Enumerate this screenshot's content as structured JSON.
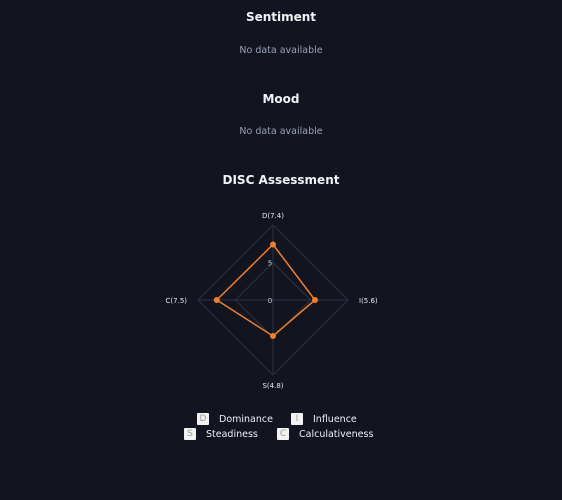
{
  "sections": {
    "sentiment": {
      "title": "Sentiment",
      "empty": "No data available"
    },
    "mood": {
      "title": "Mood",
      "empty": "No data available"
    },
    "disc": {
      "title": "DISC Assessment"
    }
  },
  "chart_data": {
    "type": "radar",
    "axes": [
      {
        "key": "D",
        "label": "D(7.4)",
        "value": 7.4
      },
      {
        "key": "I",
        "label": "I(5.6)",
        "value": 5.6
      },
      {
        "key": "S",
        "label": "S(4.8)",
        "value": 4.8
      },
      {
        "key": "C",
        "label": "C(7.5)",
        "value": 7.5
      }
    ],
    "range": [
      0,
      10
    ],
    "rings": [
      5,
      10
    ],
    "scale_labels": [
      "0",
      "5"
    ],
    "series_color": "#f07f2c",
    "grid_color": "#2c3142"
  },
  "legend": [
    {
      "letter": "D",
      "label": "Dominance"
    },
    {
      "letter": "I",
      "label": "Influence"
    },
    {
      "letter": "S",
      "label": "Steadiness"
    },
    {
      "letter": "C",
      "label": "Calculativeness"
    }
  ]
}
